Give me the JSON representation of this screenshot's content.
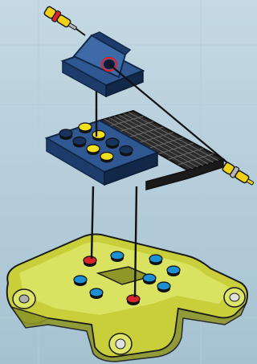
{
  "page": {
    "background_top": "#c4d9e3",
    "background_bottom": "#a6c2d1",
    "grid_line": "#b6ccd8"
  },
  "palette": {
    "navy": "#1e3c6b",
    "navy_light": "#2f5791",
    "navy_dark": "#122848",
    "stud_yellow": "#f3df1c",
    "stud_red": "#d9242c",
    "stud_blue": "#1d8fd1",
    "stud_navy": "#16345e",
    "base_yellow": "#c8cf3b",
    "base_yellow_light": "#dde56a",
    "base_yellow_dark": "#8f9728",
    "pin_yellow": "#f0d21a",
    "pin_grey": "#b7b7b7",
    "outline": "#1a1a1a",
    "assembly_line": "#111111"
  },
  "parts": [
    {
      "name": "connector-pin-top",
      "icon": "pin-icon"
    },
    {
      "name": "slope-hinge-brick",
      "icon": "slope-brick-icon",
      "highlight": "red-circle"
    },
    {
      "name": "plate-with-grille",
      "icon": "plate-icon"
    },
    {
      "name": "connector-pin-right",
      "icon": "pin-icon"
    },
    {
      "name": "chassis-base",
      "icon": "chassis-icon"
    }
  ],
  "stud_colors": {
    "plate": [
      "stud_navy",
      "stud_yellow",
      "stud_navy",
      "stud_yellow",
      "stud_yellow",
      "stud_navy",
      "stud_yellow",
      "stud_navy"
    ],
    "base": [
      "stud_red",
      "stud_blue",
      "stud_blue",
      "stud_blue",
      "stud_blue",
      "stud_blue",
      "stud_red",
      "stud_blue",
      "stud_blue"
    ]
  }
}
